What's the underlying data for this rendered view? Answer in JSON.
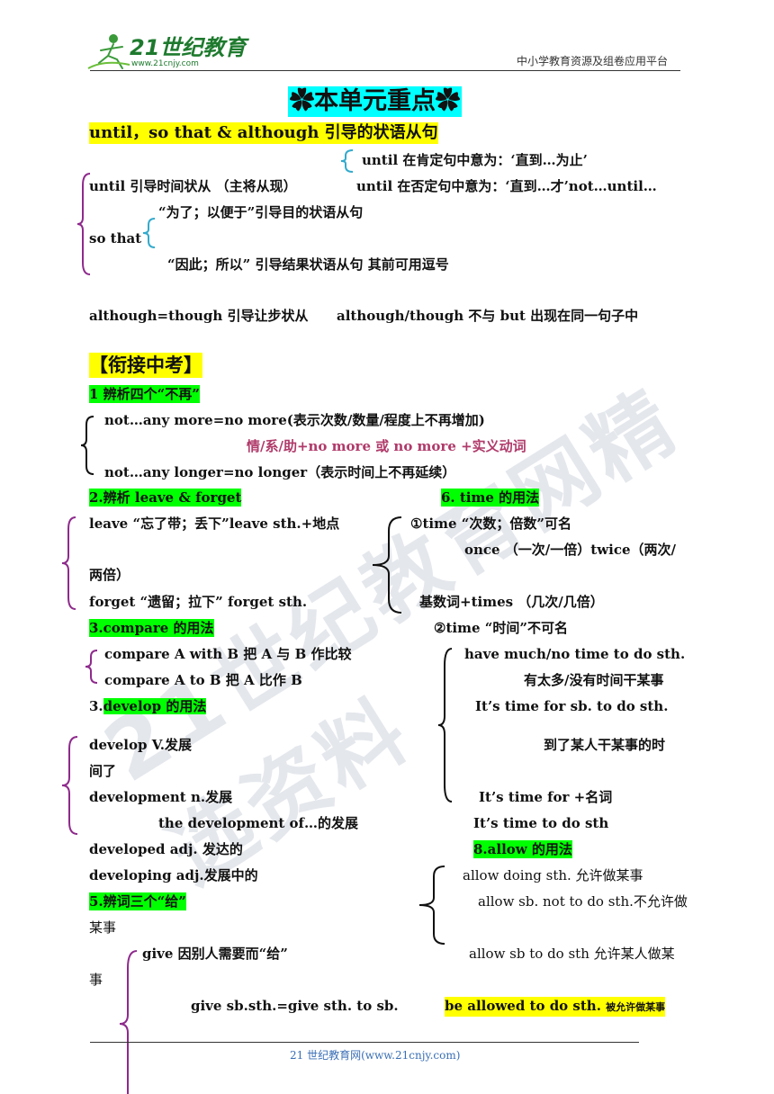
{
  "header": {
    "logo_main": "21世纪教育",
    "logo_url": "www.21cnjy.com",
    "platform": "中小学教育资源及组卷应用平台"
  },
  "title": "✿本单元重点✿",
  "subtitle": "until，so that & although 引导的状语从句",
  "until": {
    "pos": "until 在肯定句中意为：‘直到…为止’",
    "main": "until  引导时间状从  （主将从现）",
    "neg": "until 在否定句中意为：‘直到…才’not…until…"
  },
  "sothat": {
    "purpose": "“为了；以便于”引导目的状语从句",
    "label": "so that",
    "result": "“因此；所以” 引导结果状语从句  其前可用逗号"
  },
  "although": {
    "main": "although=though  引导让步状从",
    "note": "although/though 不与 but 出现在同一句子中"
  },
  "section": "【衔接中考】",
  "s1": {
    "heading": "1 辨析四个“不再”",
    "a": "not…any more=no more(表示次数/数量/程度上不再增加)",
    "b": "情/系/助+no more  或  no more +实义动词",
    "c": "not…any longer=no longer（表示时间上不再延续）"
  },
  "s2": {
    "heading": "2.辨析 leave & forget",
    "leave": "leave “忘了带；丢下”leave sth.+地点",
    "leave_wrap": "两倍）",
    "forget": "forget “遗留；拉下”    forget sth."
  },
  "s6": {
    "heading": "6. time 的用法",
    "a": "①time “次数；倍数”可名",
    "b": "once  （一次/一倍）twice（两次/",
    "c": "基数词+times  （几次/几倍）",
    "d": "②time “时间”不可名",
    "e": "have much/no time to do sth.",
    "f": "有太多/没有时间干某事",
    "g": "It’s time for sb. to do sth.",
    "h": "到了某人干某事的时",
    "i": "It’s time for +名词",
    "j": "It’s time    to do sth"
  },
  "s3": {
    "heading": "3.compare 的用法",
    "a": "compare A with B  把 A 与 B 作比较",
    "b": "compare A to B  把 A 比作 B"
  },
  "s3b": {
    "prefix": "3.",
    "heading": "develop 的用法",
    "a": "develop V.发展",
    "a_wrap": "间了",
    "b": "development n.发展",
    "c": "the development of…的发展",
    "d": "developed adj.  发达的",
    "e": "developing adj.发展中的"
  },
  "s8": {
    "heading": "8.allow  的用法",
    "a": "allow doing sth.  允许做某事",
    "b": "allow sb. not to do sth.不允许做",
    "c": "allow sb to do sth  允许某人做某",
    "d_en": "be allowed to do sth.",
    "d_cn": "被允许做某事"
  },
  "s5": {
    "heading": "5.辨词三个“给”",
    "wrap1": "某事",
    "a": "give    因别人需要而“给”",
    "wrap2": "事",
    "b": "give sb.sth.=give sth. to sb."
  },
  "footer": "21 世纪教育网(www.21cnjy.com)",
  "watermark": "21世纪教育网精选资料",
  "colors": {
    "yellow": "#ffff00",
    "green": "#00ff00",
    "cyan": "#00ffff",
    "brace_purple": "#8e2a8c",
    "brace_cyan": "#33aacc",
    "pink": "#b03a6a"
  }
}
